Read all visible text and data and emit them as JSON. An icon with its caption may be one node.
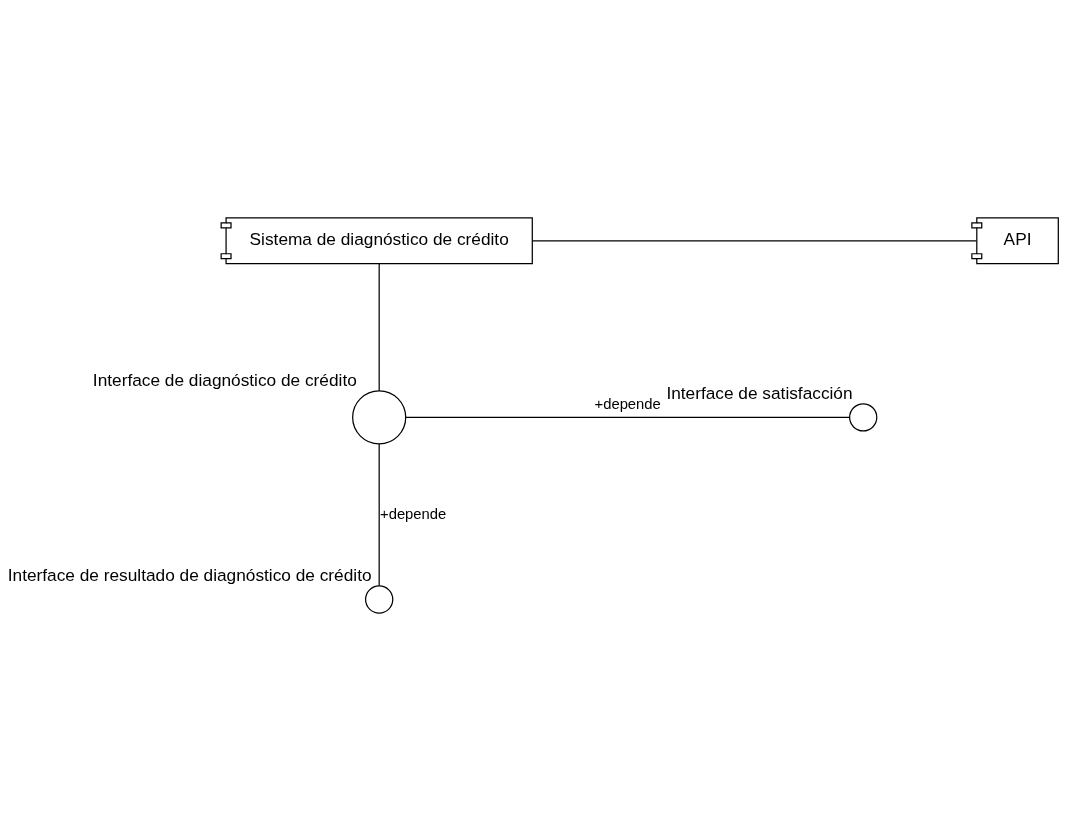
{
  "diagram": {
    "nodes": [
      {
        "text": [
          "Sistema de diagnóstico de crédito"
        ]
      },
      {
        "text": [
          "API"
        ]
      },
      {
        "text": [
          "Interface de diagnóstico de crédito"
        ]
      },
      {
        "text": [
          "Interface de satisfacción"
        ]
      },
      {
        "text": [
          "Interface de resultado de diagnóstico de crédito"
        ]
      }
    ],
    "edges": [
      {
        "from": 0,
        "to": 1,
        "arrow": "none"
      },
      {
        "from": 0,
        "to": 2,
        "arrow": "none"
      },
      {
        "from": 2,
        "to": 3,
        "label": "+depende",
        "arrow": "none"
      },
      {
        "from": 2,
        "to": 4,
        "label": "+depende",
        "arrow": "none"
      }
    ]
  }
}
